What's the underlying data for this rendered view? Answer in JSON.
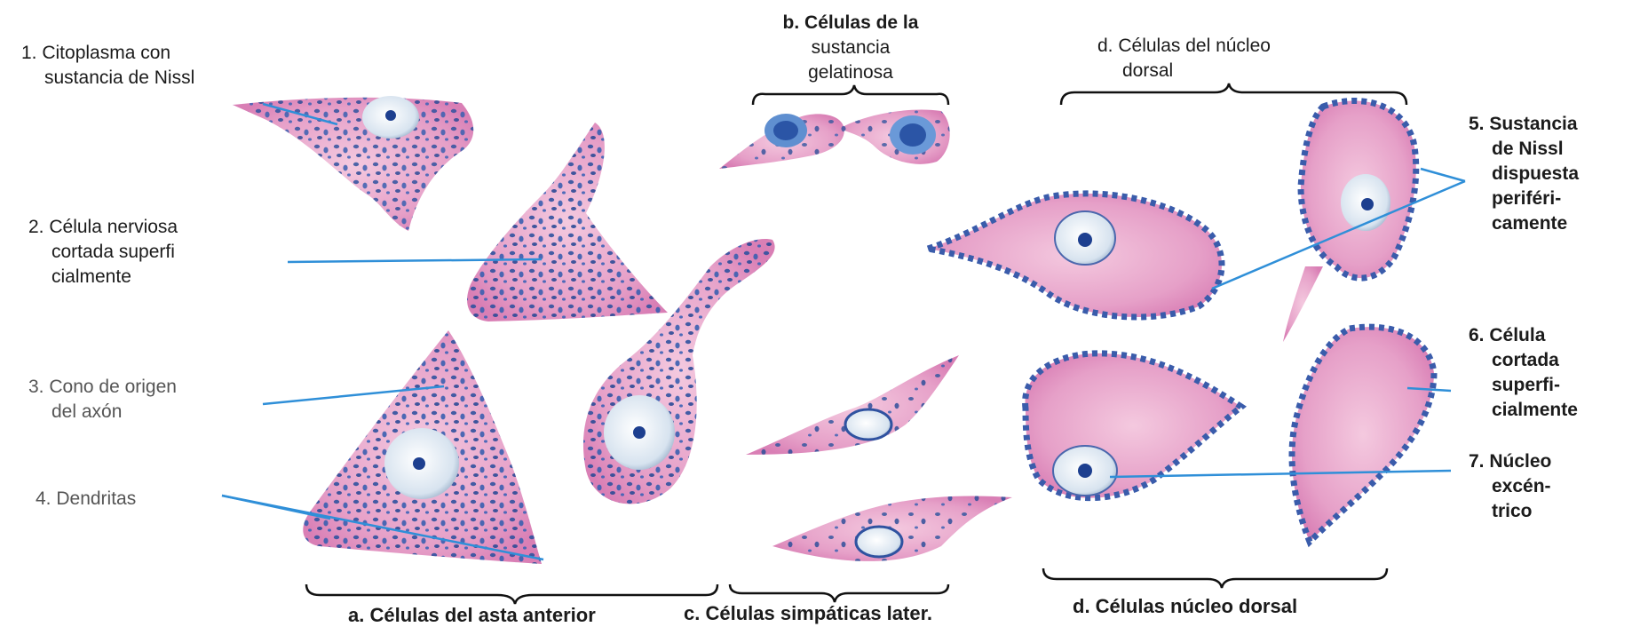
{
  "labels": {
    "l1": [
      "1. Citoplasma con",
      "sustancia de Nissl"
    ],
    "l2": [
      "2. Célula nerviosa",
      "cortada superfi",
      "cialmente"
    ],
    "l3": [
      "3. Cono de origen",
      "del axón"
    ],
    "l4": [
      "4. Dendritas"
    ],
    "l5": [
      "5. Sustancia",
      "de Nissl",
      "dispuesta",
      "periféri-",
      "camente"
    ],
    "l6": [
      "6. Célula",
      "cortada",
      "superfi-",
      "cialmente"
    ],
    "l7": [
      "7. Núcleo",
      "excén-",
      "trico"
    ],
    "b_top": [
      "b. Células de la",
      "sustancia",
      "gelatinosa"
    ],
    "d_top": [
      "d. Células del núcleo",
      "dorsal"
    ]
  },
  "captions": {
    "a": "a. Células del asta anterior",
    "c": "c. Células simpáticas later.",
    "d": "d. Células núcleo dorsal"
  },
  "colors": {
    "cytoplasm": "#e39ac4",
    "cytoplasm_light": "#f2c3dc",
    "nissl": "#2e4fa3",
    "nucleus": "#dfe9f2",
    "leader_line": "#2f8fd8",
    "bracket": "#111111"
  }
}
